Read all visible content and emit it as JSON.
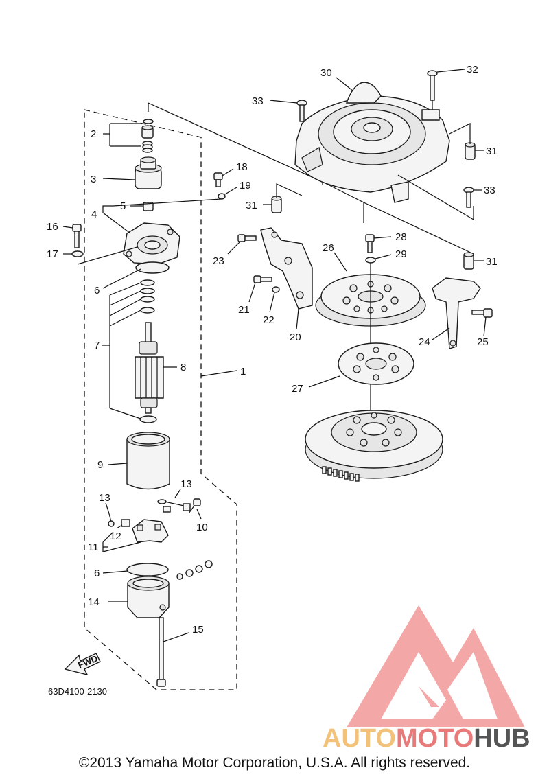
{
  "diagram": {
    "code": "63D4100-2130",
    "fwd_label": "FWD",
    "copyright": "©2013 Yamaha Motor Corporation, U.S.A. All rights reserved.",
    "watermark": {
      "part1": "AUTO",
      "part2": "MOTO",
      "part3": "HUB",
      "color1": "#f2c27a",
      "color2": "#e97a7a",
      "color3": "#555555"
    },
    "callouts": [
      {
        "id": "c1",
        "n": "1"
      },
      {
        "id": "c2",
        "n": "2"
      },
      {
        "id": "c3",
        "n": "3"
      },
      {
        "id": "c4",
        "n": "4"
      },
      {
        "id": "c5",
        "n": "5"
      },
      {
        "id": "c6a",
        "n": "6"
      },
      {
        "id": "c6b",
        "n": "6"
      },
      {
        "id": "c7",
        "n": "7"
      },
      {
        "id": "c8",
        "n": "8"
      },
      {
        "id": "c9",
        "n": "9"
      },
      {
        "id": "c10",
        "n": "10"
      },
      {
        "id": "c11",
        "n": "11"
      },
      {
        "id": "c12",
        "n": "12"
      },
      {
        "id": "c13a",
        "n": "13"
      },
      {
        "id": "c13b",
        "n": "13"
      },
      {
        "id": "c14",
        "n": "14"
      },
      {
        "id": "c15",
        "n": "15"
      },
      {
        "id": "c16",
        "n": "16"
      },
      {
        "id": "c17",
        "n": "17"
      },
      {
        "id": "c18",
        "n": "18"
      },
      {
        "id": "c19",
        "n": "19"
      },
      {
        "id": "c20",
        "n": "20"
      },
      {
        "id": "c21",
        "n": "21"
      },
      {
        "id": "c22",
        "n": "22"
      },
      {
        "id": "c23",
        "n": "23"
      },
      {
        "id": "c24",
        "n": "24"
      },
      {
        "id": "c25",
        "n": "25"
      },
      {
        "id": "c26",
        "n": "26"
      },
      {
        "id": "c27",
        "n": "27"
      },
      {
        "id": "c28",
        "n": "28"
      },
      {
        "id": "c29",
        "n": "29"
      },
      {
        "id": "c30",
        "n": "30"
      },
      {
        "id": "c31a",
        "n": "31"
      },
      {
        "id": "c31b",
        "n": "31"
      },
      {
        "id": "c31c",
        "n": "31"
      },
      {
        "id": "c32",
        "n": "32"
      },
      {
        "id": "c33a",
        "n": "33"
      },
      {
        "id": "c33b",
        "n": "33"
      }
    ]
  }
}
